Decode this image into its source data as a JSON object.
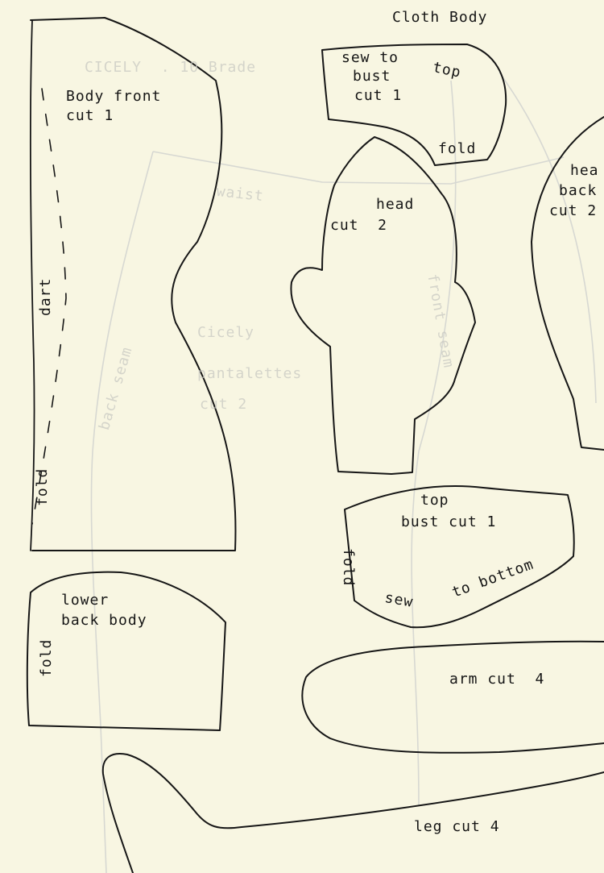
{
  "page_title": "Cloth Body",
  "pieces": {
    "body_front": {
      "name": "Body front",
      "cut": "cut 1",
      "dart": "dart",
      "fold": "fold"
    },
    "bust_top": {
      "sew": "sew to",
      "bust": "bust",
      "cut": "cut 1",
      "top": "top",
      "fold": "fold"
    },
    "head": {
      "name": "head",
      "cut": "cut  2"
    },
    "head_back": {
      "line1": "hea",
      "line2": "back",
      "line3": "cut 2"
    },
    "bust_bottom": {
      "top": "top",
      "name": "bust cut 1",
      "fold": "fold",
      "sew": "sew",
      "to_bottom": "to bottom"
    },
    "lower_back": {
      "line1": "lower",
      "line2": "back body",
      "fold": "fold"
    },
    "arm": {
      "label": "arm cut  4"
    },
    "leg": {
      "label": "leg cut 4"
    }
  },
  "show_through": {
    "header": "CICELY  . 10 Brade",
    "waist": "waist",
    "cicely": "Cicely",
    "pantalettes": "pantalettes",
    "cut": "cut 2",
    "back_seam": "back seam",
    "front_seam": "front seam"
  }
}
